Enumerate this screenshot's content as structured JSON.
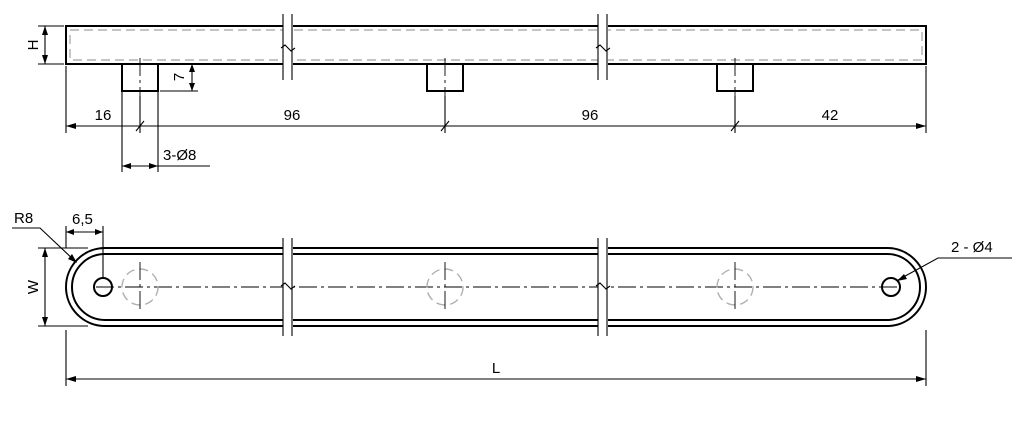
{
  "top_view": {
    "dim_height_label": "H",
    "dim_leg_height": "7",
    "dim_first_offset": "16",
    "dim_pitch_1": "96",
    "dim_pitch_2": "96",
    "dim_end_offset": "42",
    "dim_leg_holes": "3-Ø8"
  },
  "bottom_view": {
    "dim_radius": "R8",
    "dim_hole_offset": "6,5",
    "dim_width_label": "W",
    "dim_mount_holes": "2 - Ø4",
    "dim_length_label": "L"
  },
  "colors": {
    "line": "#000000",
    "hidden_line": "#b0b0b0",
    "background": "#ffffff"
  }
}
